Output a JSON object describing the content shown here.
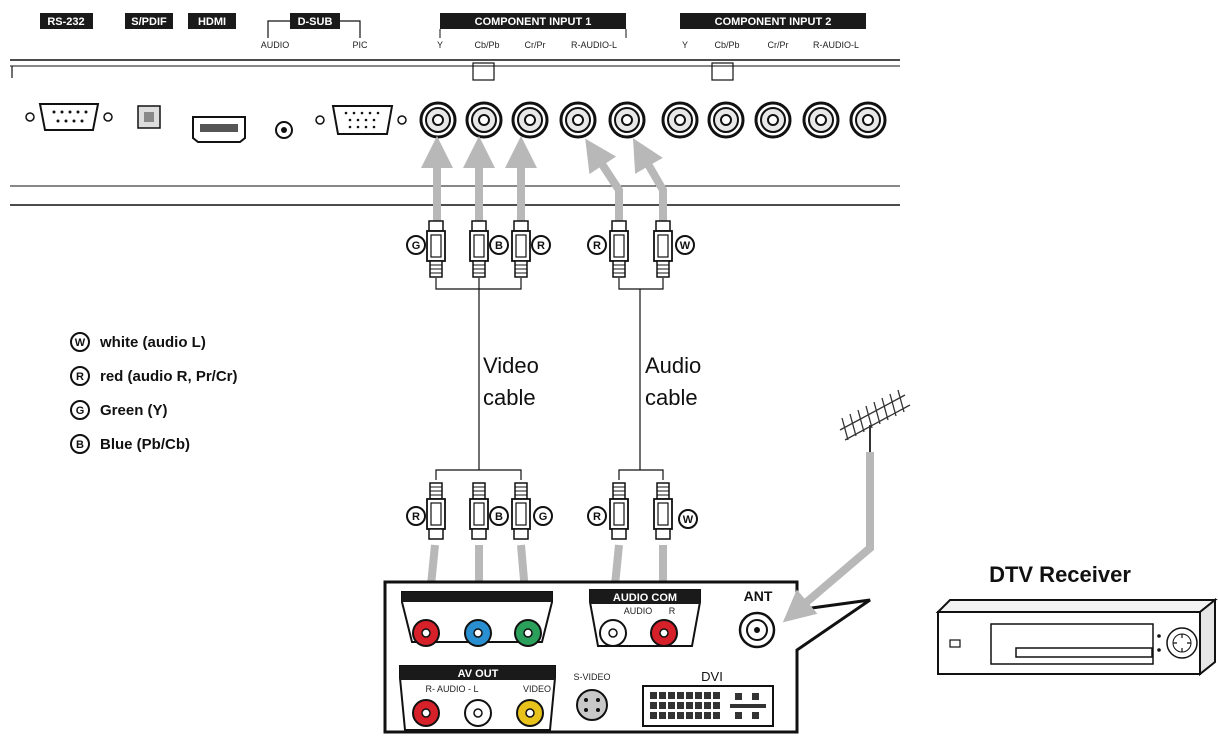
{
  "tv_panel": {
    "rs232": "RS-232",
    "spdif": "S/PDIF",
    "hdmi": "HDMI",
    "dsub": "D-SUB",
    "dsub_audio": "AUDIO",
    "dsub_pic": "PIC",
    "comp1": "COMPONENT INPUT 1",
    "comp2": "COMPONENT INPUT 2",
    "y": "Y",
    "cbpb": "Cb/Pb",
    "crpr": "Cr/Pr",
    "audio_rl": "R-AUDIO-L"
  },
  "cables": {
    "video_line1": "Video",
    "video_line2": "cable",
    "audio_line1": "Audio",
    "audio_line2": "cable"
  },
  "plug_letters": {
    "g": "G",
    "b": "B",
    "r": "R",
    "w": "W"
  },
  "legend": [
    {
      "letter": "W",
      "text": "white (audio L)"
    },
    {
      "letter": "R",
      "text": "red (audio R, Pr/Cr)"
    },
    {
      "letter": "G",
      "text": "Green (Y)"
    },
    {
      "letter": "B",
      "text": "Blue (Pb/Cb)"
    }
  ],
  "receiver_panel": {
    "audio_com": "AUDIO COM",
    "audio_sub": "AUDIO",
    "audio_r": "R",
    "ant": "ANT",
    "av_out": "AV OUT",
    "av_out_audio": "R- AUDIO - L",
    "av_out_video": "VIDEO",
    "svideo": "S-VIDEO",
    "dvi": "DVI"
  },
  "device": {
    "title": "DTV Receiver"
  },
  "colors": {
    "arrow": "#b8b8b8",
    "red_jack": "#d6202a",
    "blue_jack": "#2a8fd0",
    "green_jack": "#2aa05a",
    "yellow_jack": "#e8c21a",
    "label_bg": "#1a1a1a"
  }
}
